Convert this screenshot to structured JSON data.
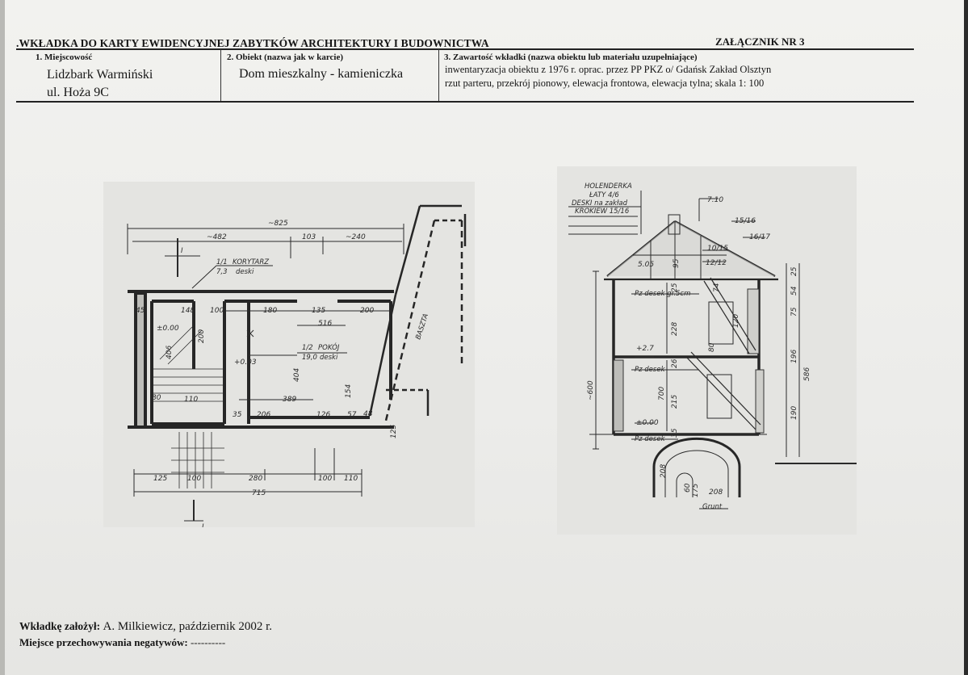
{
  "header": {
    "title": ".WKŁADKA DO KARTY EWIDENCYJNEJ ZABYTKÓW ARCHITEKTURY I BUDOWNICTWA",
    "annex": "ZAŁĄCZNIK NR 3",
    "col1_label": "1. Miejscowość",
    "col1_line1": "Lidzbark Warmiński",
    "col1_line2": "ul. Hoża 9C",
    "col2_label": "2. Obiekt (nazwa jak w karcie)",
    "col2_value": "Dom mieszkalny - kamieniczka",
    "col3_label": "3. Zawartość wkładki (nazwa obiektu lub materiału uzupełniające)",
    "col3_line1": "inwentaryzacja obiektu z 1976 r. oprac. przez  PP PKZ o/ Gdańsk Zakład Olsztyn",
    "col3_line2": "rzut parteru, przekrój pionowy, elewacja frontowa, elewacja tylna;    skala 1: 100"
  },
  "plan": {
    "dims": {
      "d825": "~825",
      "d482": "~482",
      "d103": "103",
      "d240": "~240",
      "d45": "45",
      "d148": "148",
      "d100": "100",
      "d180": "180",
      "d135": "135",
      "d200": "200",
      "d516": "516",
      "d389": "389",
      "d206": "206",
      "d126": "126",
      "d57": "57",
      "d48": "48",
      "d35": "35",
      "d125": "125",
      "d100b": "100",
      "d280": "280",
      "d100c": "100",
      "d110": "110",
      "d715": "715",
      "d404": "404",
      "d154": "154",
      "d125b": "125",
      "d80": "80",
      "d110b": "110",
      "d0_00": "±0.00",
      "d0_03": "+0.03",
      "d200v": "200",
      "d406": "406"
    },
    "labels": {
      "section_mark": "I",
      "korytarz_num": "1/1",
      "korytarz": "KORYTARZ",
      "korytarz_area": "7,3",
      "korytarz_mat": "deski",
      "pokoj_num": "1/2",
      "pokoj": "POKÓJ",
      "pokoj_area": "19,0",
      "pokoj_mat": "deski",
      "baszta": "BASZTA"
    }
  },
  "section": {
    "labels": {
      "holender": "HOLENDERKA",
      "laty": "ŁATY 4/6",
      "deski": "DESKI na zakład",
      "krokiew": "KROKIEW 15/16",
      "d710": "7.10",
      "d1516": "15/16",
      "d1617": "16/17",
      "d1015": "10/15",
      "d1212": "12/12",
      "d505": "5.05",
      "pz_gips": "Pz desek gr.5cm",
      "d27": "+2.7",
      "pz_desek": "Pz desek",
      "d000": "±0.00",
      "pz_desek2": "Pz desek",
      "d600": "~600",
      "d208": "208",
      "grunt": "Grunt",
      "d60": "60",
      "d175": "175",
      "d95": "95",
      "d25": "25",
      "d228": "228",
      "d26": "26",
      "d700": "700",
      "d215": "215",
      "d35": "35",
      "d208v": "208",
      "d75": "75",
      "d54": "54",
      "d196": "196",
      "d190": "190",
      "d586": "586",
      "d25b": "25",
      "d120": "120",
      "d74": "74",
      "d80": "80"
    }
  },
  "footer": {
    "founded_label": "Wkładkę założył:",
    "founded_value": "A. Milkiewicz, październik 2002 r.",
    "storage_label": "Miejsce przechowywania negatywów:",
    "storage_value": "----------"
  }
}
